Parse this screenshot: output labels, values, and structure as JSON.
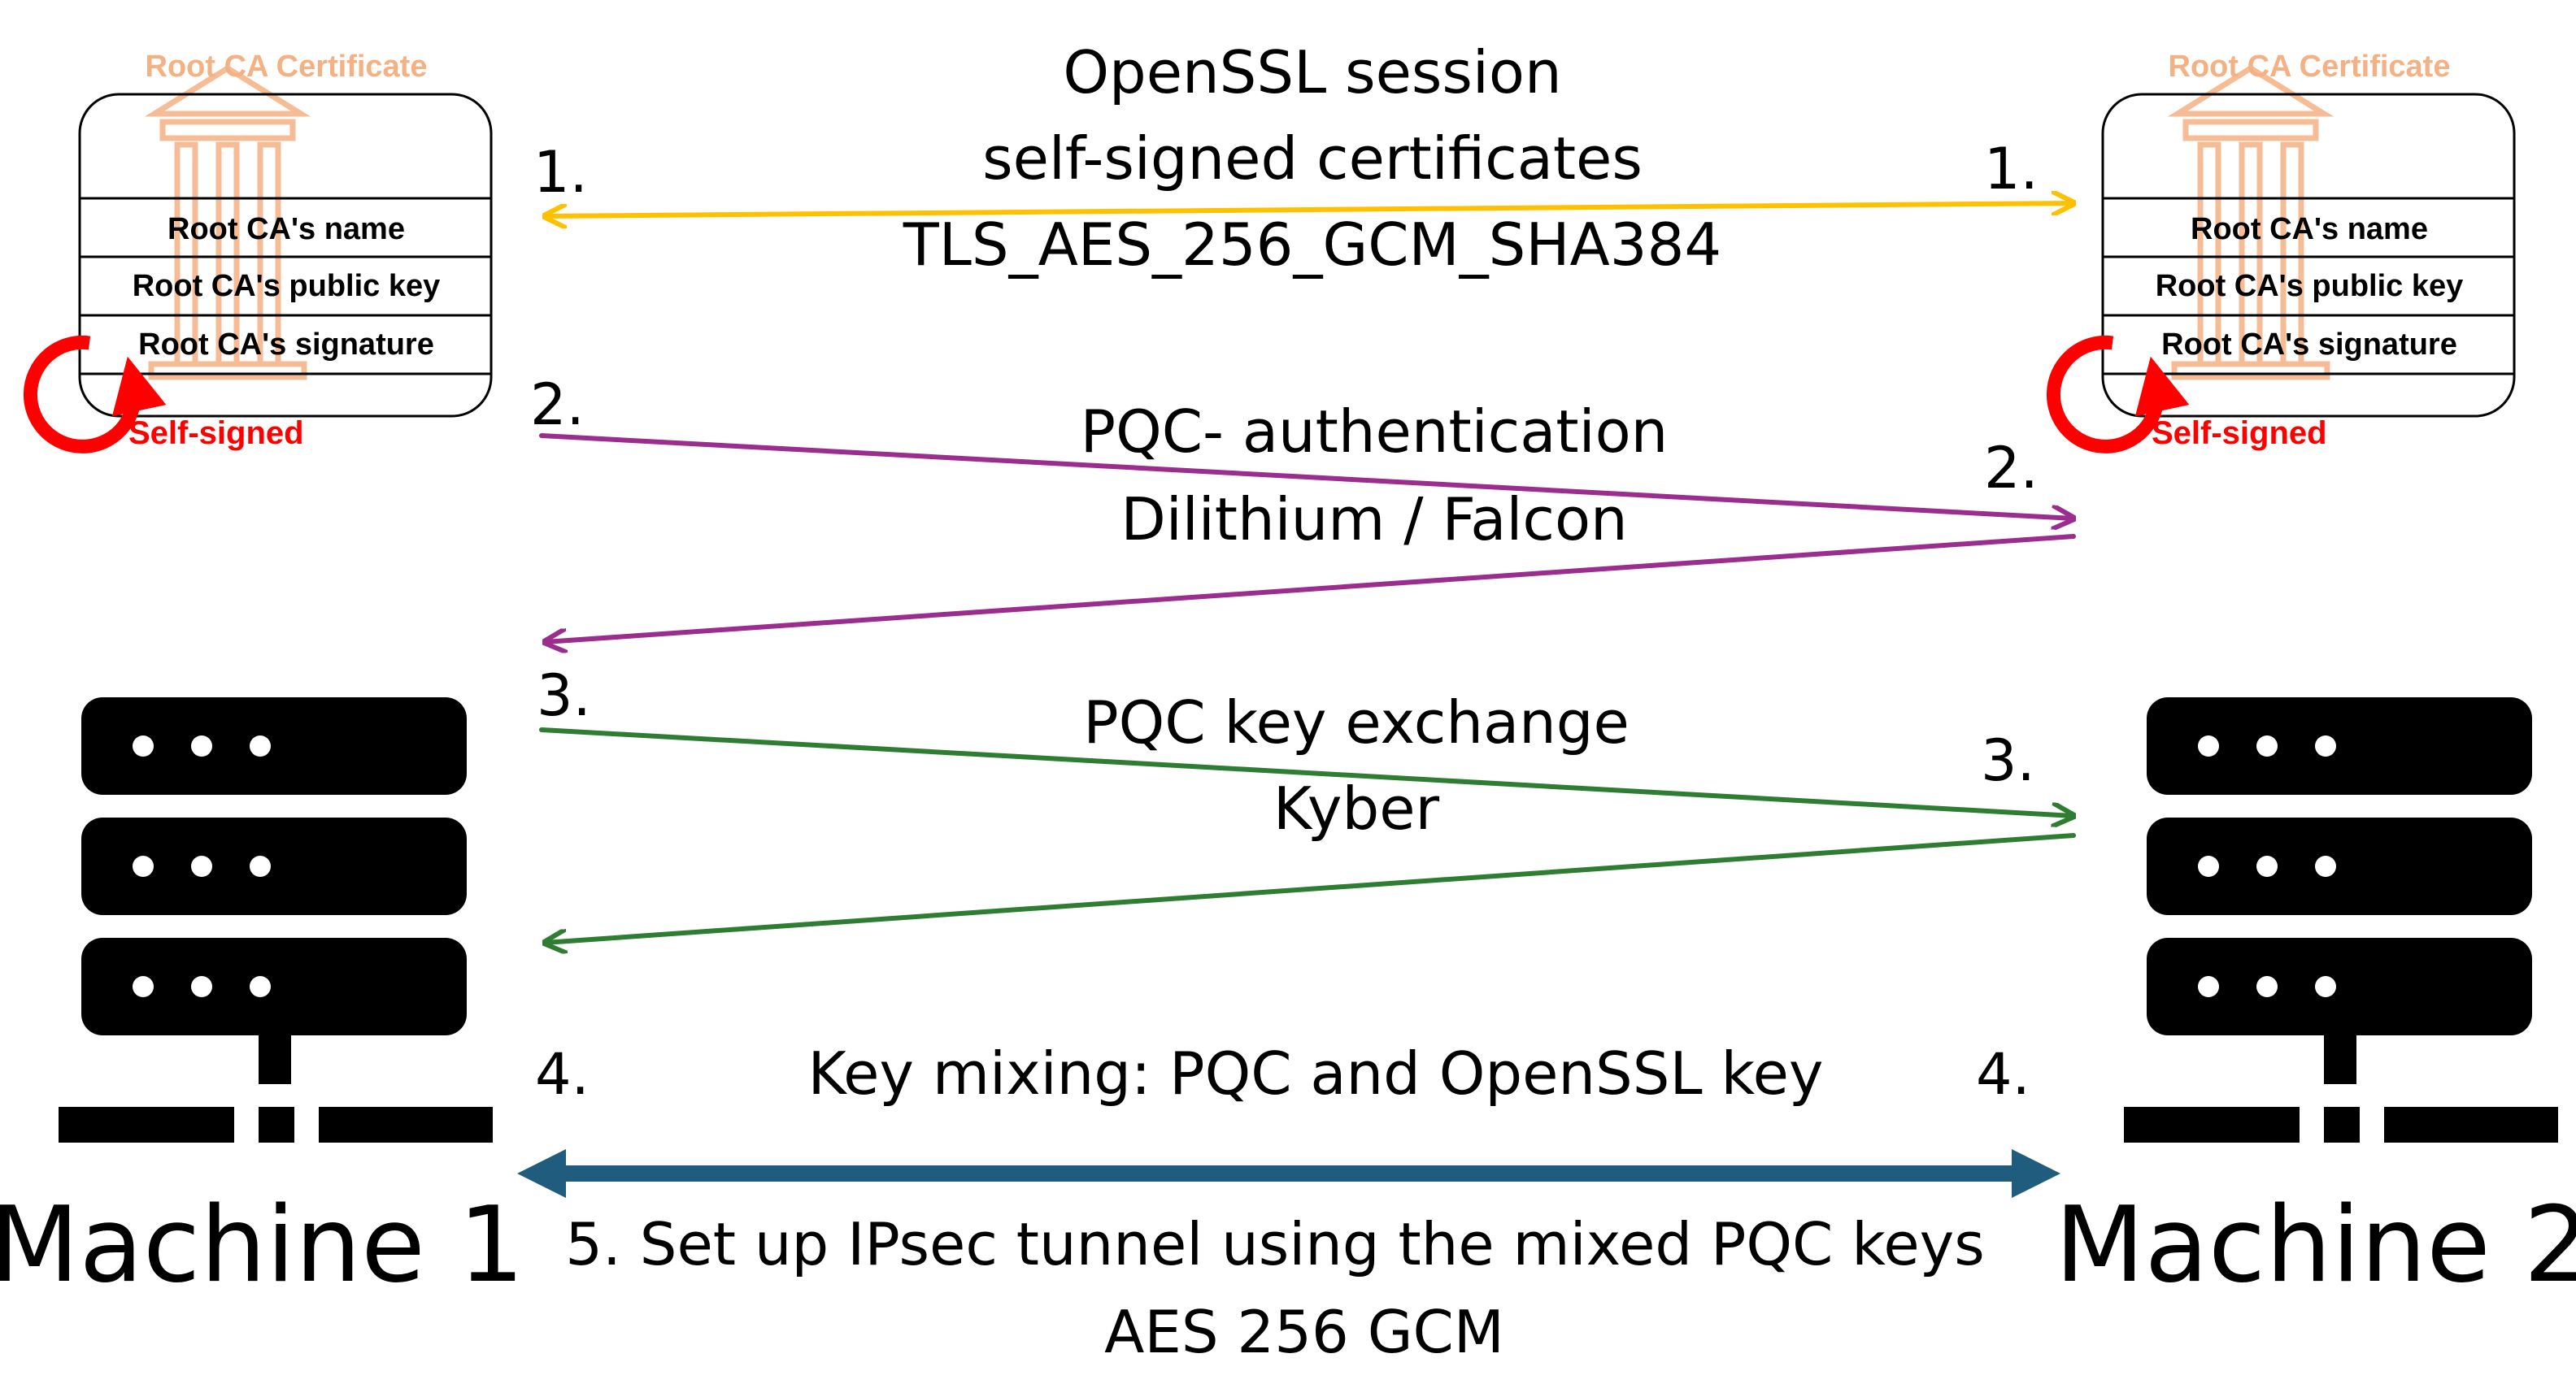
{
  "colors": {
    "step1": "#ffc000",
    "step2": "#9b2d8f",
    "step3": "#2e7d32",
    "step45": "#1f5c7e",
    "self_signed": "#ff0000",
    "cert_accent": "#f4b183"
  },
  "certificates": {
    "left": {
      "title": "Root CA Certificate",
      "icon": "bank-building-icon",
      "rows": [
        "Root CA's name",
        "Root CA's public key",
        "Root CA's signature"
      ],
      "self_signed": "Self-signed"
    },
    "right": {
      "title": "Root CA Certificate",
      "icon": "bank-building-icon",
      "rows": [
        "Root CA's name",
        "Root CA's public key",
        "Root CA's signature"
      ],
      "self_signed": "Self-signed"
    }
  },
  "steps": {
    "s1": {
      "num_left": "1.",
      "num_right": "1.",
      "lines": [
        "OpenSSL session",
        "self-signed certificates",
        "TLS_AES_256_GCM_SHA384"
      ]
    },
    "s2": {
      "num_left": "2.",
      "num_right": "2.",
      "lines": [
        "PQC- authentication",
        "Dilithium / Falcon"
      ]
    },
    "s3": {
      "num_left": "3.",
      "num_right": "3.",
      "lines": [
        "PQC key exchange",
        "Kyber"
      ]
    },
    "s4": {
      "num_left": "4.",
      "num_right": "4.",
      "label": "Key mixing: PQC and OpenSSL key"
    },
    "s5": {
      "lines": [
        "5. Set up IPsec tunnel using the mixed PQC keys",
        "AES 256 GCM"
      ]
    }
  },
  "machines": {
    "left": {
      "label": "Machine 1",
      "icon": "server-icon"
    },
    "right": {
      "label": "Machine 2",
      "icon": "server-icon"
    }
  }
}
